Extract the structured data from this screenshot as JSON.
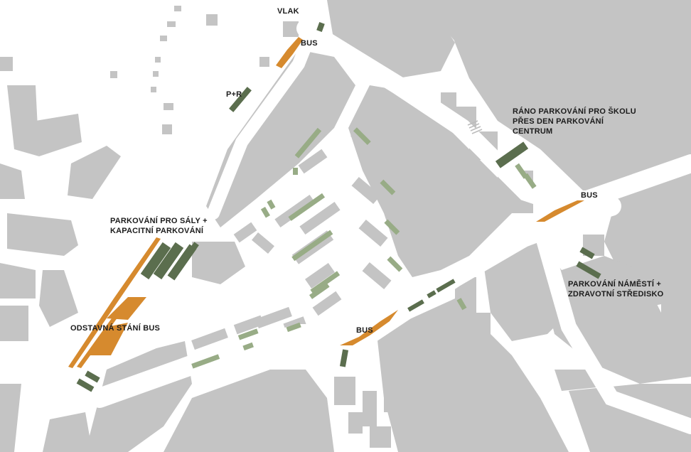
{
  "colors": {
    "background": "#ffffff",
    "block": "#c4c4c4",
    "block_dark": "#bcbcbc",
    "parking_dark": "#5b6e4e",
    "parking_light": "#98ac86",
    "bus": "#d68a2e",
    "text": "#1c1c1c"
  },
  "labels": {
    "vlak": "VLAK",
    "bus_north": "BUS",
    "p_r": "P+R",
    "rano_1": "RÁNO PARKOVÁNÍ PRO ŠKOLU",
    "rano_2": "PŘES DEN PARKOVÁNÍ",
    "rano_3": "CENTRUM",
    "bus_east": "BUS",
    "saly_1": "PARKOVÁNÍ PRO SÁLY +",
    "saly_2": "KAPACITNÍ PARKOVÁNÍ",
    "namesti_1": "PARKOVÁNÍ NÁMĚSTÍ +",
    "namesti_2": "ZDRAVOTNÍ STŘEDISKO",
    "odstavna": "ODSTAVNÁ STÁNÍ BUS",
    "bus_south": "BUS"
  }
}
